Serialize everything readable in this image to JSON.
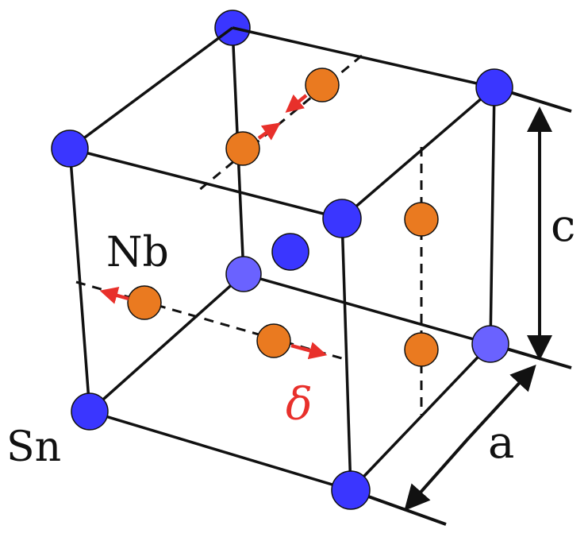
{
  "labels": {
    "nb": "Nb",
    "sn": "Sn",
    "delta": "δ",
    "a": "a",
    "c": "c"
  },
  "colors": {
    "sn_atom": "#3a36ff",
    "sn_atom_back": "#6a62ff",
    "nb_atom": "#ea7a20",
    "displacement_arrow": "#e8302b",
    "edge": "#111111"
  }
}
